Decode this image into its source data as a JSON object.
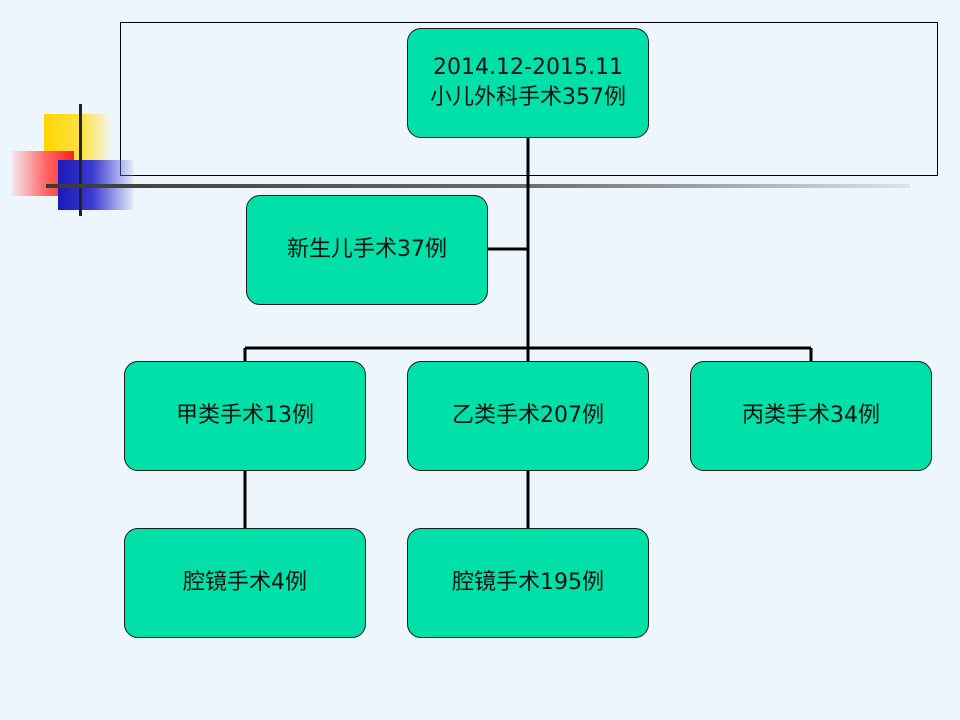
{
  "diagram": {
    "root": {
      "line1": "2014.12-2015.11",
      "line2": "小儿外科手术357例"
    },
    "neonatal": {
      "label": "新生儿手术37例"
    },
    "categories": [
      {
        "label": "甲类手术13例",
        "child": "腔镜手术4例"
      },
      {
        "label": "乙类手术207例",
        "child": "腔镜手术195例"
      },
      {
        "label": "丙类手术34例"
      }
    ]
  },
  "colors": {
    "node_fill": "#00e0a8",
    "background": "#eef6fd"
  }
}
